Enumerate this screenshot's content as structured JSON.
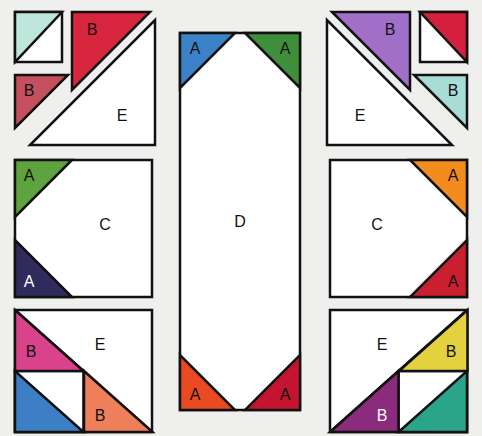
{
  "diagram": {
    "nodes": [
      {
        "text": [
          "B"
        ]
      },
      {
        "text": [
          "B"
        ]
      },
      {
        "text": [
          "E"
        ]
      },
      {
        "text": [
          "C"
        ]
      },
      {
        "text": [
          "A"
        ],
        "in": 3
      },
      {
        "text": [
          "A"
        ],
        "in": 3
      },
      {
        "text": [
          "E"
        ]
      },
      {
        "text": [
          "B"
        ],
        "in": 6
      },
      {
        "text": [
          "B"
        ],
        "in": 6
      },
      {
        "text": [
          "D"
        ]
      },
      {
        "text": [
          "A"
        ],
        "in": 9
      },
      {
        "text": [
          "A"
        ],
        "in": 9
      },
      {
        "text": [
          "A"
        ],
        "in": 9
      },
      {
        "text": [
          "A"
        ],
        "in": 9
      },
      {
        "text": [
          "B"
        ]
      },
      {
        "text": [
          "B"
        ]
      },
      {
        "text": [
          "E"
        ]
      },
      {
        "text": [
          "C"
        ]
      },
      {
        "text": [
          "A"
        ],
        "in": 17
      },
      {
        "text": [
          "A"
        ],
        "in": 17
      },
      {
        "text": [
          "E"
        ]
      },
      {
        "text": [
          "B"
        ],
        "in": 20
      },
      {
        "text": [
          "B"
        ],
        "in": 20
      }
    ]
  }
}
